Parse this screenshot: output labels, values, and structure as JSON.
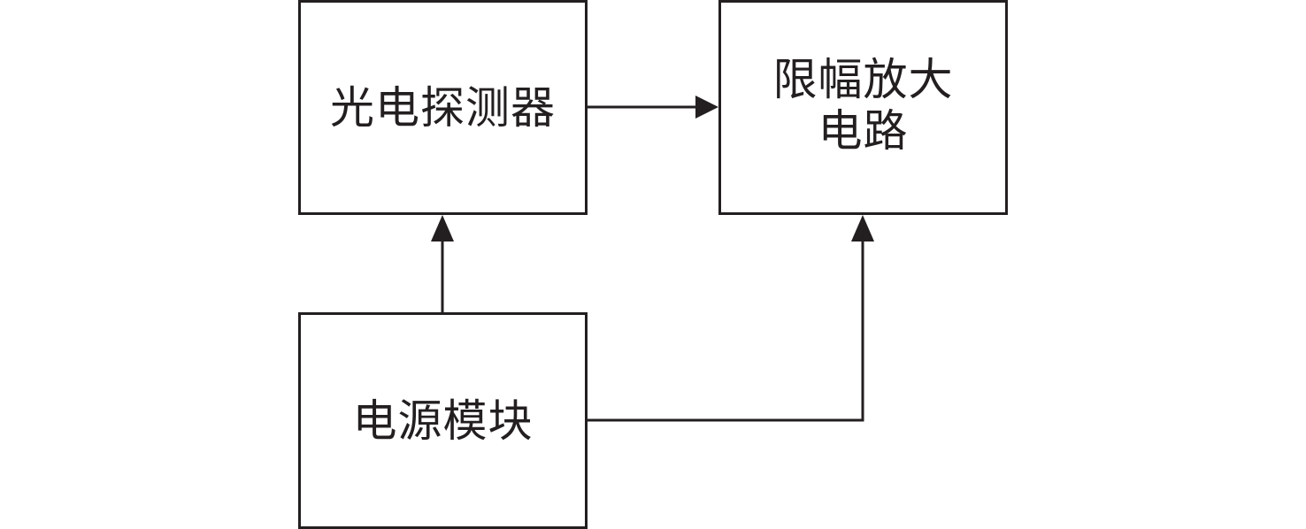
{
  "diagram": {
    "blocks": {
      "photodetector": "光电探测器",
      "limiting_amplifier": "限幅放大\n电路",
      "power_module": "电源模块"
    },
    "colors": {
      "stroke": "#231f20",
      "background": "#ffffff"
    }
  }
}
